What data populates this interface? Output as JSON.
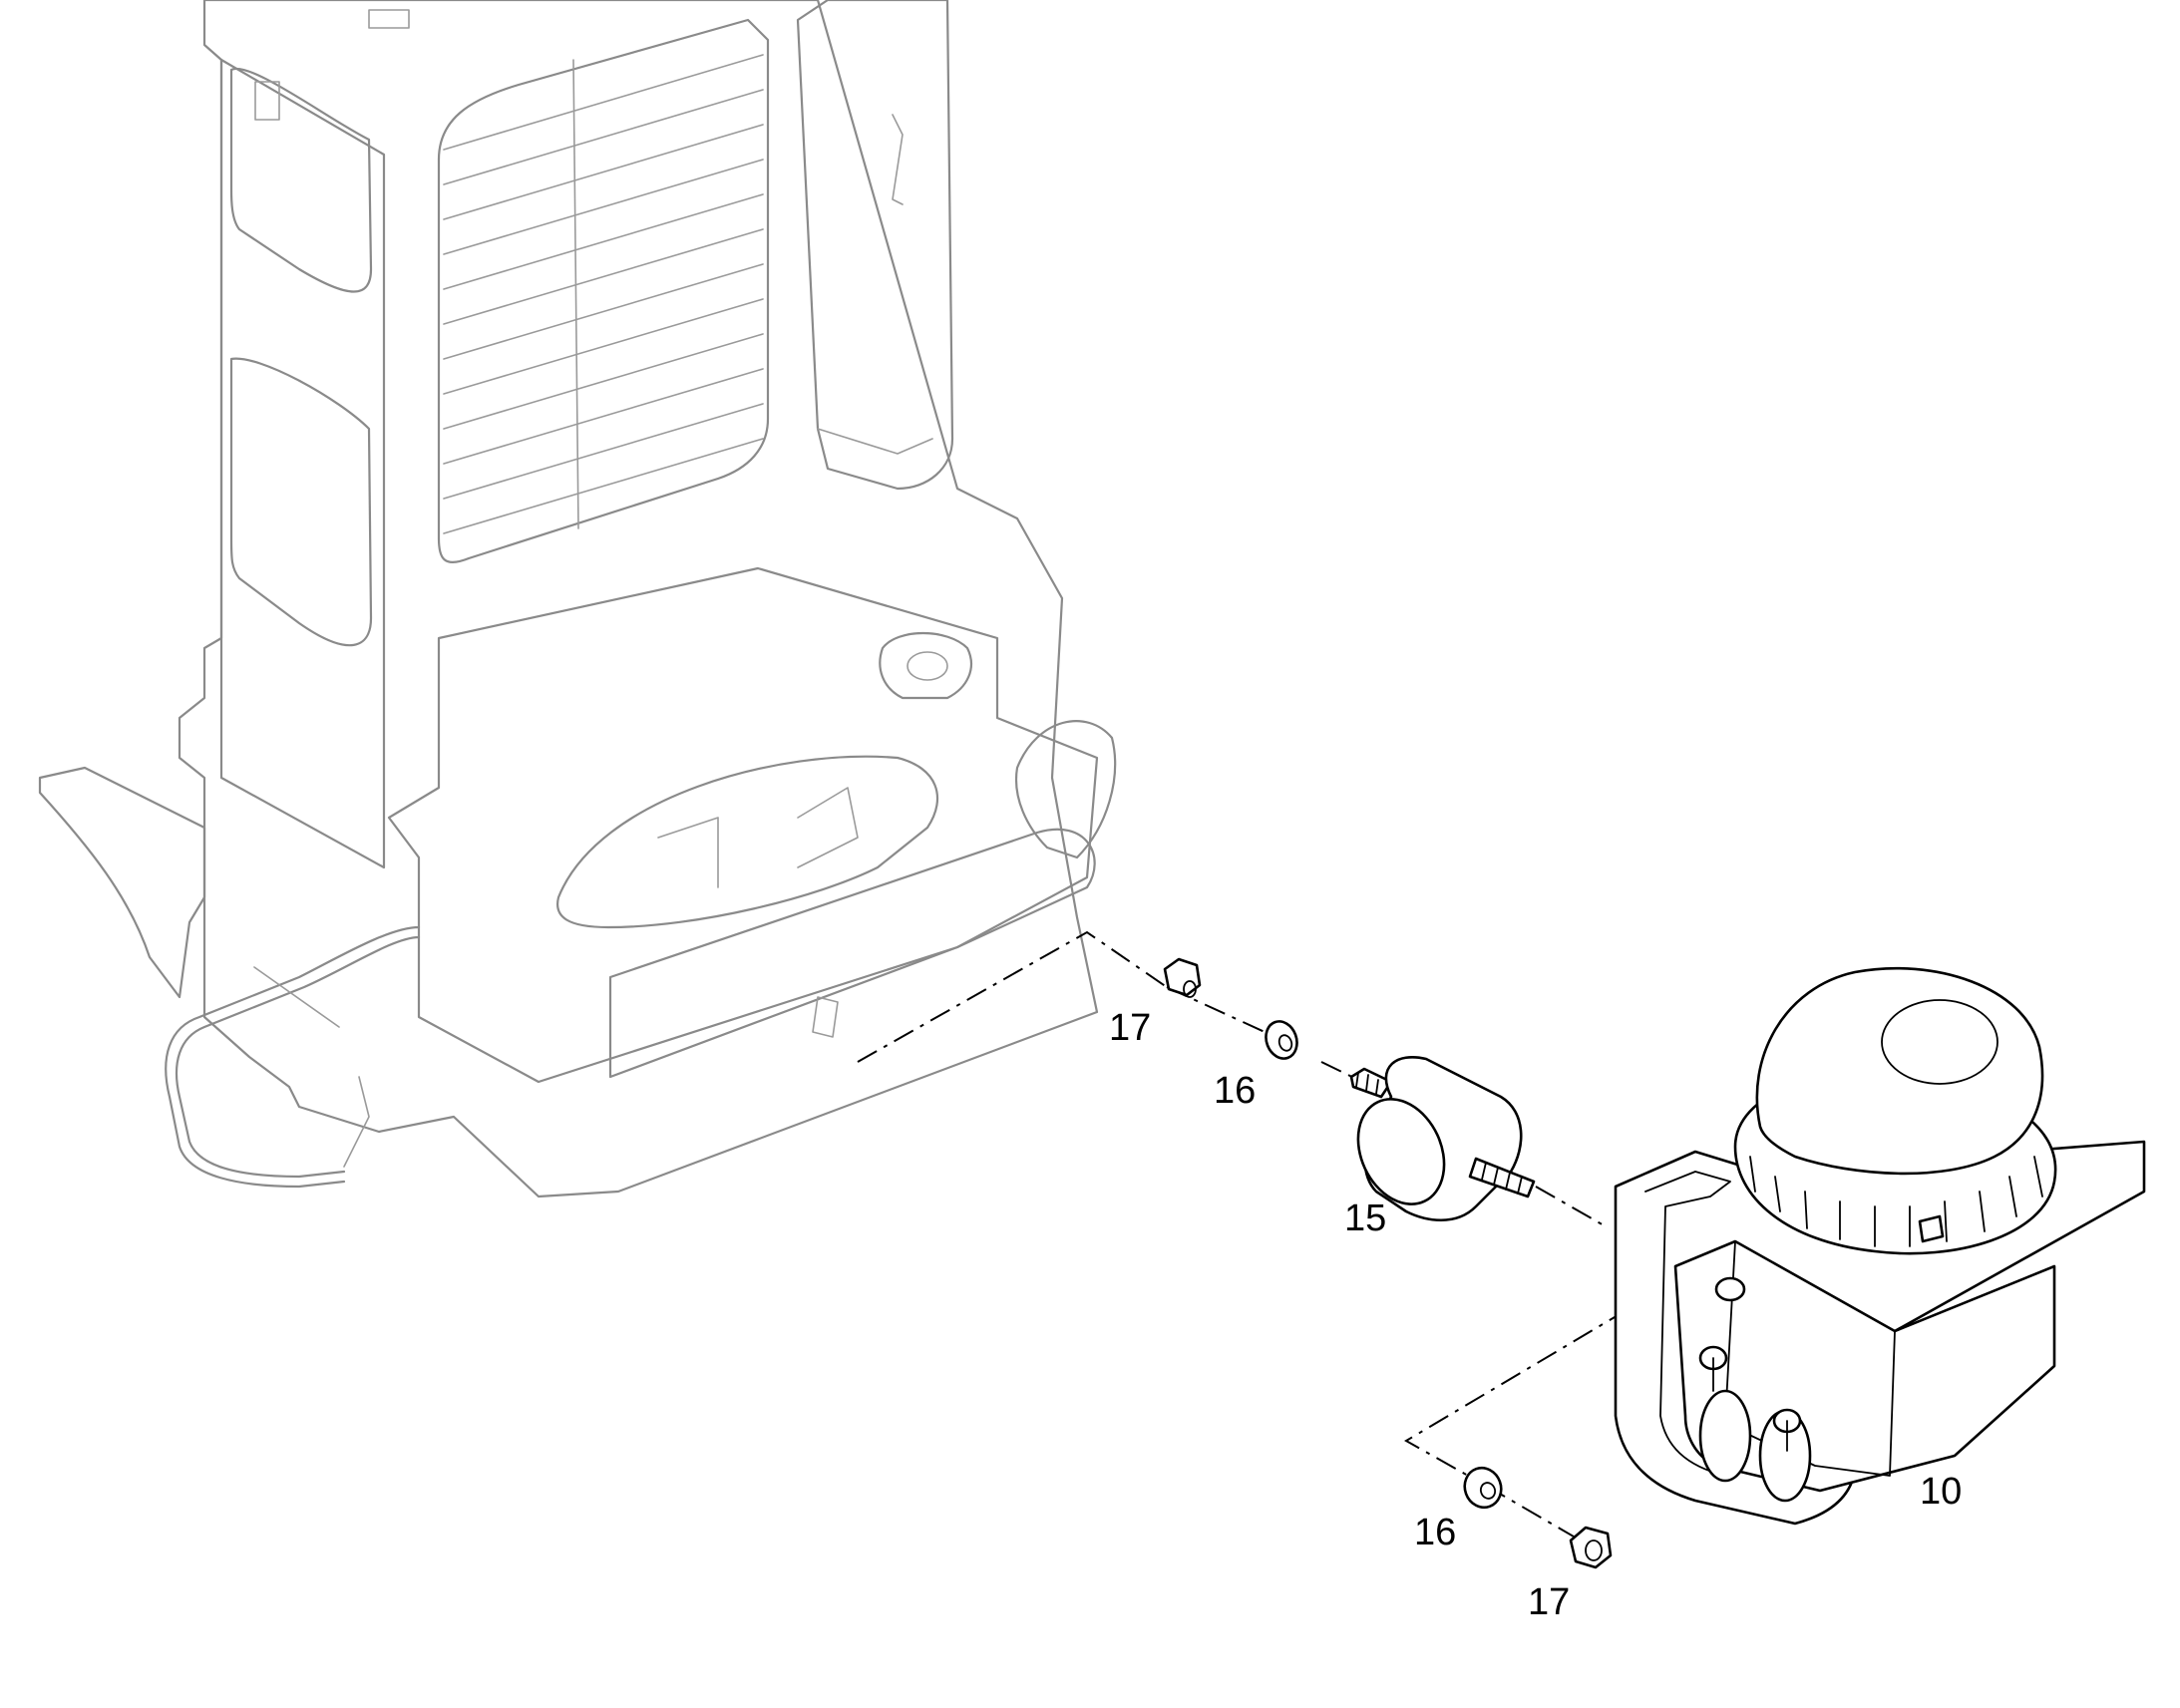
{
  "callouts": {
    "nut_upper": "17",
    "washer_upper": "16",
    "isolator": "15",
    "air_filter": "10",
    "washer_lower": "16",
    "nut_lower": "17"
  }
}
